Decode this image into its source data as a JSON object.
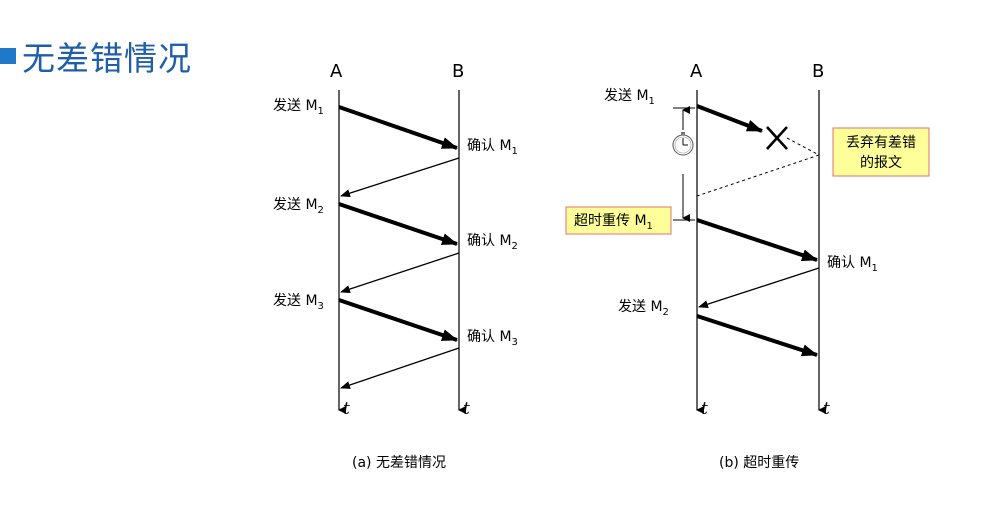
{
  "title": "无差错情况",
  "left": {
    "host_a": "A",
    "host_b": "B",
    "send1": "发送 M",
    "send1_sub": "1",
    "ack1": "确认 M",
    "ack1_sub": "1",
    "send2": "发送 M",
    "send2_sub": "2",
    "ack2": "确认 M",
    "ack2_sub": "2",
    "send3": "发送 M",
    "send3_sub": "3",
    "ack3": "确认 M",
    "ack3_sub": "3",
    "t_a": "t",
    "t_b": "t",
    "caption": "(a) 无差错情况"
  },
  "right": {
    "host_a": "A",
    "host_b": "B",
    "send1": "发送 M",
    "send1_sub": "1",
    "discard_line1": "丢弃有差错",
    "discard_line2": "的报文",
    "retransmit": "超时重传 M",
    "retransmit_sub": "1",
    "ack1": "确认 M",
    "ack1_sub": "1",
    "send2": "发送 M",
    "send2_sub": "2",
    "t_a": "t",
    "t_b": "t",
    "caption": "(b) 超时重传"
  },
  "colors": {
    "title": "#1f5ea8",
    "title_square": "#1f78c8",
    "callout_fill": "#ffff99",
    "callout_border": "#e07070"
  }
}
